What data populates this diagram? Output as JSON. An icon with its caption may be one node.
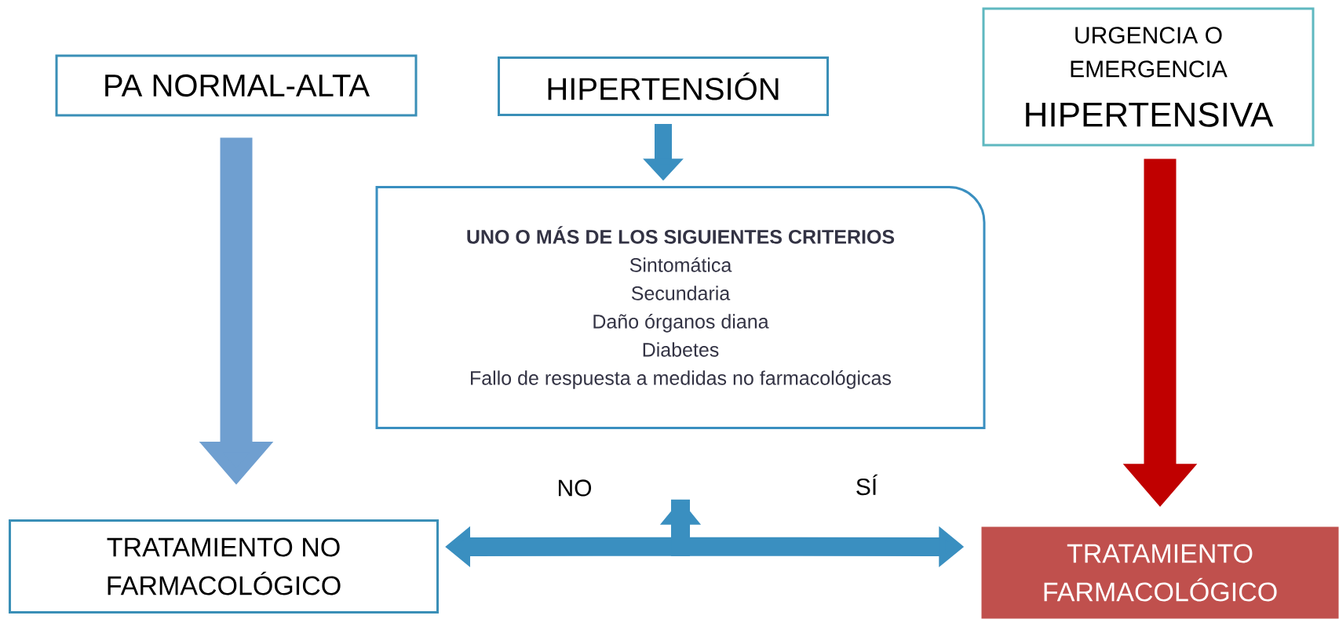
{
  "diagram": {
    "nodes": [
      {
        "text": [
          "PA NORMAL-ALTA"
        ]
      },
      {
        "text": [
          "HIPERTENSIÓN"
        ]
      },
      {
        "text": [
          "URGENCIA O EMERGENCIA",
          "HIPERTENSIVA"
        ]
      },
      {
        "text": [
          "UNO O MÁS DE LOS SIGUIENTES CRITERIOS",
          "Sintomática",
          "Secundaria",
          "Daño órganos diana",
          "Diabetes",
          "Fallo de respuesta a medidas no farmacológicas"
        ]
      },
      {
        "text": [
          "TRATAMIENTO NO FARMACOLÓGICO"
        ]
      },
      {
        "text": [
          "TRATAMIENTO FARMACOLÓGICO"
        ]
      }
    ],
    "edges": [
      {
        "from": 0,
        "to": 4,
        "arrow": "to"
      },
      {
        "from": 1,
        "to": 3,
        "arrow": "to"
      },
      {
        "from": 2,
        "to": 5,
        "arrow": "to",
        "color": "#c00000"
      },
      {
        "from": 3,
        "to": 4,
        "arrow": "both",
        "label": "NO"
      },
      {
        "from": 3,
        "to": 5,
        "arrow": "to",
        "label": "SÍ"
      }
    ]
  }
}
